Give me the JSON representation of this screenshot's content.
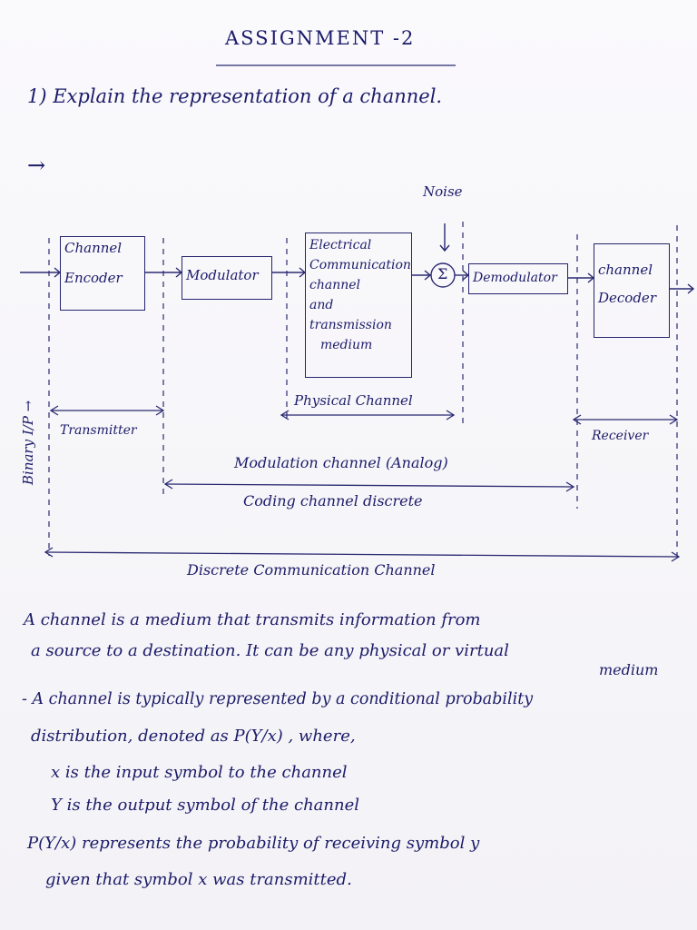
{
  "title": "ASSIGNMENT -2",
  "question": "1) Explain the representation of a channel.",
  "answer_arrow": "→",
  "diagram": {
    "noise": "Noise",
    "channel_encoder": [
      "Channel",
      "Encoder"
    ],
    "modulator": "Modulator",
    "electrical_channel": [
      "Electrical",
      "Communication",
      "channel",
      "and",
      "transmission",
      "medium"
    ],
    "summer": "Σ",
    "demodulator": "Demodulator",
    "channel_decoder": [
      "channel",
      "Decoder"
    ],
    "binary_input": "Binary I/P →",
    "physical_channel": "Physical Channel",
    "transmitter": "Transmitter",
    "receiver": "Receiver",
    "modulation_channel": "Modulation channel (Analog)",
    "coding_channel": "Coding channel discrete",
    "discrete_channel": "Discrete Communication Channel"
  },
  "paragraphs": {
    "p1_line1": "A channel is a medium that transmits information from",
    "p1_line2": "a source to a destination. It can be any physical or virtual",
    "p1_line3": "medium",
    "p2_line1": "- A channel is typically represented by a conditional probability",
    "p2_line2": "distribution, denoted as P(Y/x) , where,",
    "p2_line3": "x is the input symbol to the channel",
    "p2_line4": "Y is the output symbol of the channel",
    "p2_line5": "P(Y/x) represents the probability of receiving symbol y",
    "p2_line6": "given that symbol x was transmitted."
  }
}
